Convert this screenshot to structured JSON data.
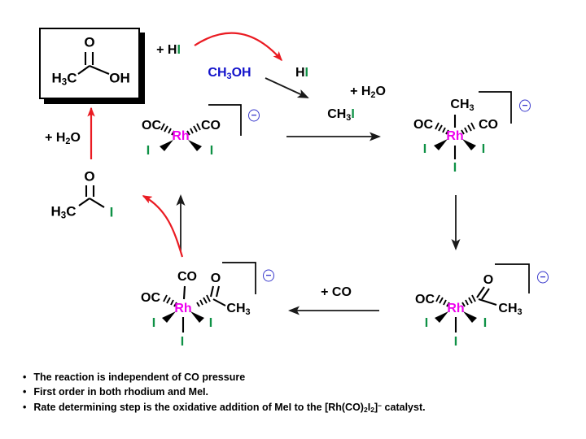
{
  "colors": {
    "red": "#ea1b22",
    "green": "#0e9145",
    "blue": "#1313cb",
    "magenta": "#ee00ee",
    "charge_circle": "#3a3acc",
    "black": "#000000"
  },
  "product_box": {
    "o": "O",
    "h3c": [
      {
        "t": "H"
      },
      {
        "t": "3",
        "sub": true
      },
      {
        "t": "C"
      }
    ],
    "oh": "OH"
  },
  "reagents": {
    "plus_hi": [
      {
        "t": "+ H"
      },
      {
        "t": "I",
        "c": "#0e9145"
      }
    ],
    "methanol": [
      {
        "t": "CH"
      },
      {
        "t": "3",
        "sub": true
      },
      {
        "t": "OH"
      }
    ],
    "hi": [
      {
        "t": "H"
      },
      {
        "t": "I",
        "c": "#0e9145"
      }
    ],
    "plus_h2o_top": [
      {
        "t": "+ H"
      },
      {
        "t": "2",
        "sub": true
      },
      {
        "t": "O"
      }
    ],
    "methyl_iodide": [
      {
        "t": "CH"
      },
      {
        "t": "3",
        "sub": true
      },
      {
        "t": "I",
        "c": "#0e9145"
      }
    ],
    "plus_co": "+ CO",
    "plus_h2o_left": [
      {
        "t": "+ H"
      },
      {
        "t": "2",
        "sub": true
      },
      {
        "t": "O"
      }
    ]
  },
  "acetyl_iodide": {
    "o": "O",
    "h3c": [
      {
        "t": "H"
      },
      {
        "t": "3",
        "sub": true
      },
      {
        "t": "C"
      }
    ],
    "i": "I"
  },
  "complexes": {
    "rh_dicarbonyl_diiodide": {
      "oc": "OC",
      "co": "CO",
      "rh": "Rh",
      "i_left": "I",
      "i_right": "I",
      "charge": "−"
    },
    "methyl_complex": {
      "ch3": [
        {
          "t": "CH"
        },
        {
          "t": "3",
          "sub": true
        }
      ],
      "oc": "OC",
      "co": "CO",
      "rh": "Rh",
      "i_left": "I",
      "i_right": "I",
      "i_bottom": "I",
      "charge": "−"
    },
    "acetyl_monocarbonyl": {
      "oc": "OC",
      "o": "O",
      "rh": "Rh",
      "ch3": [
        {
          "t": "CH"
        },
        {
          "t": "3",
          "sub": true
        }
      ],
      "i_left": "I",
      "i_right": "I",
      "i_bottom": "I",
      "charge": "−"
    },
    "acetyl_dicarbonyl": {
      "co_top": "CO",
      "oc": "OC",
      "o": "O",
      "rh": "Rh",
      "ch3": [
        {
          "t": "CH"
        },
        {
          "t": "3",
          "sub": true
        }
      ],
      "i_left": "I",
      "i_right": "I",
      "i_bottom": "I",
      "charge": "−"
    }
  },
  "notes": {
    "bullet": "•",
    "items": [
      [
        {
          "t": "The reaction is independent of CO pressure"
        }
      ],
      [
        {
          "t": "First order in both rhodium and MeI."
        }
      ],
      [
        {
          "t": "Rate determining step is the oxidative addition of MeI to the [Rh(CO)"
        },
        {
          "t": "2",
          "sub": true
        },
        {
          "t": "I"
        },
        {
          "t": "2",
          "sub": true
        },
        {
          "t": "]"
        },
        {
          "t": "−",
          "sup": true
        },
        {
          "t": " catalyst."
        }
      ]
    ]
  }
}
